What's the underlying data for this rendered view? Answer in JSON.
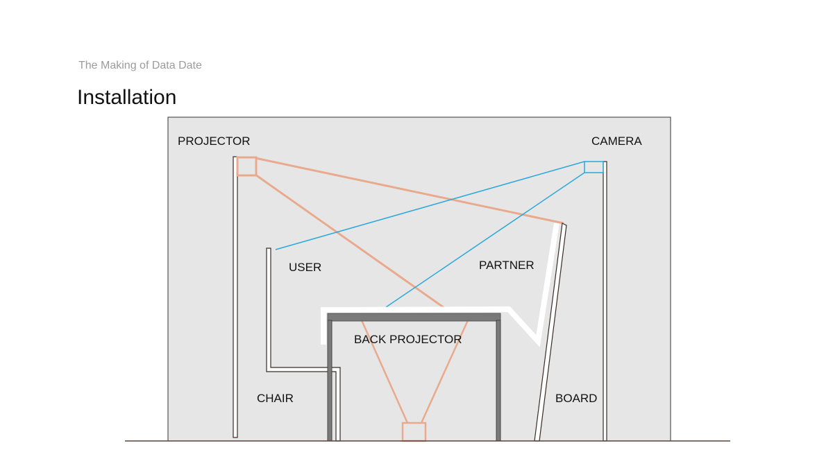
{
  "header": {
    "subtitle": "The Making of Data Date",
    "title": "Installation"
  },
  "diagram": {
    "labels": {
      "projector": "PROJECTOR",
      "camera": "CAMERA",
      "user": "USER",
      "partner": "PARTNER",
      "back_projector": "BACK PROJECTOR",
      "chair": "CHAIR",
      "board": "BOARD"
    },
    "colors": {
      "background": "#e6e6e6",
      "projection": "#e9a98c",
      "camera_view": "#2aa7dc",
      "frame": "#3a2a24",
      "table_top": "#7a7a7a",
      "partner_outline": "#ffffff"
    }
  }
}
